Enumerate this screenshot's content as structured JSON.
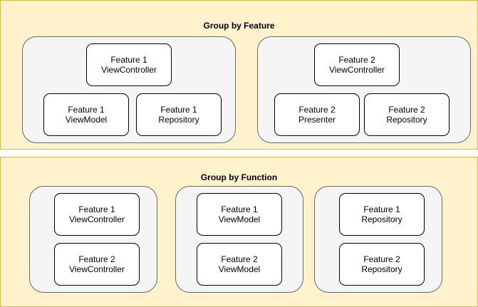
{
  "sections": [
    {
      "title": "Group by Feature",
      "groups": [
        {
          "nodes": [
            {
              "line1": "Feature 1",
              "line2": "ViewController"
            },
            {
              "line1": "Feature 1",
              "line2": "ViewModel"
            },
            {
              "line1": "Feature 1",
              "line2": "Repository"
            }
          ]
        },
        {
          "nodes": [
            {
              "line1": "Feature 2",
              "line2": "ViewController"
            },
            {
              "line1": "Feature 2",
              "line2": "Presenter"
            },
            {
              "line1": "Feature 2",
              "line2": "Repository"
            }
          ]
        }
      ]
    },
    {
      "title": "Group by Function",
      "groups": [
        {
          "nodes": [
            {
              "line1": "Feature 1",
              "line2": "ViewController"
            },
            {
              "line1": "Feature 2",
              "line2": "ViewController"
            }
          ]
        },
        {
          "nodes": [
            {
              "line1": "Feature 1",
              "line2": "ViewModel"
            },
            {
              "line1": "Feature 2",
              "line2": "ViewModel"
            }
          ]
        },
        {
          "nodes": [
            {
              "line1": "Feature 1",
              "line2": "Repository"
            },
            {
              "line1": "Feature 2",
              "line2": "Repository"
            }
          ]
        }
      ]
    }
  ],
  "colors": {
    "section_fill": "#fff2cc",
    "section_border": "#d6b656",
    "group_fill": "#f5f5f5",
    "group_border": "#666666",
    "node_fill": "#ffffff",
    "node_border": "#000000"
  }
}
